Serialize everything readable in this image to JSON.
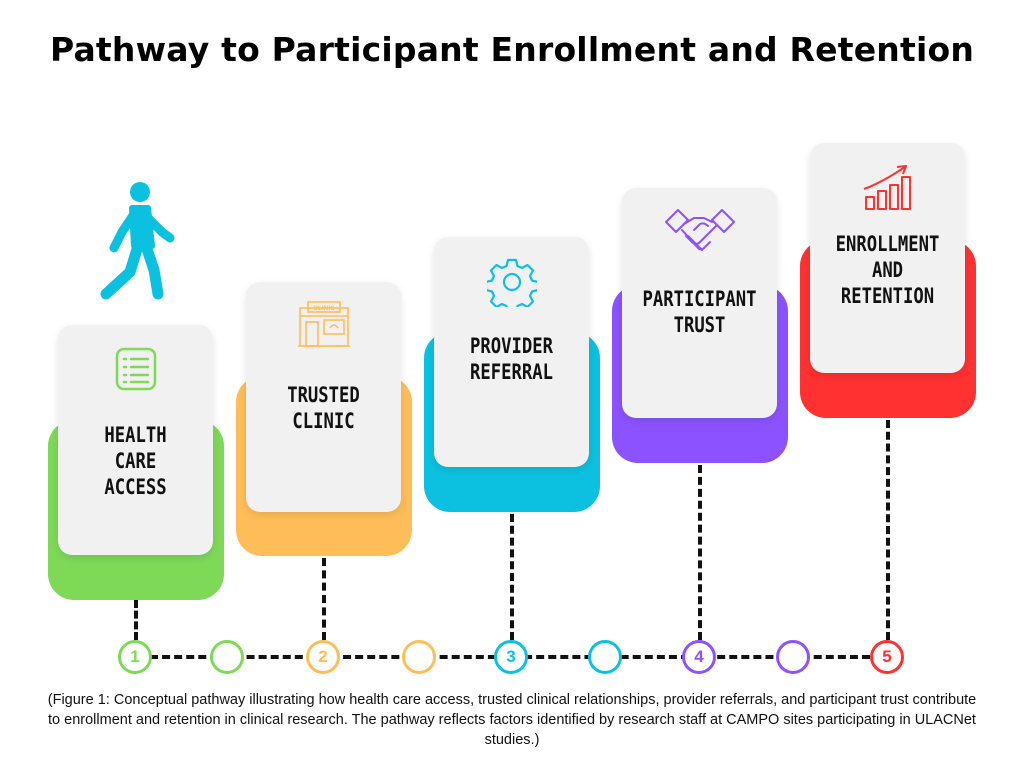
{
  "title": "Pathway to Participant Enrollment and Retention",
  "steps": [
    {
      "label": "HEALTH\nCARE\nACCESS",
      "number": "1",
      "color": "#7ed957",
      "icon": "list-icon"
    },
    {
      "label": "TRUSTED\nCLINIC",
      "number": "2",
      "color": "#ffbd59",
      "icon": "clinic-icon",
      "icon_text": "CLINIC"
    },
    {
      "label": "PROVIDER\nREFERRAL",
      "number": "3",
      "color": "#0cc0df",
      "icon": "gear-icon"
    },
    {
      "label": "PARTICIPANT\nTRUST",
      "number": "4",
      "color": "#8c52ff",
      "icon": "handshake-icon"
    },
    {
      "label": "ENROLLMENT\nAND\nRETENTION",
      "number": "5",
      "color": "#ff3131",
      "icon": "growth-chart-icon"
    }
  ],
  "walker_icon": {
    "icon": "walking-person-icon",
    "color": "#0cc0df"
  },
  "caption": "(Figure 1: Conceptual pathway illustrating how health care access, trusted clinical relationships, provider referrals, and participant trust contribute to enrollment and retention in clinical research. The pathway reflects factors identified by research staff at CAMPO sites participating in ULACNet studies.)"
}
